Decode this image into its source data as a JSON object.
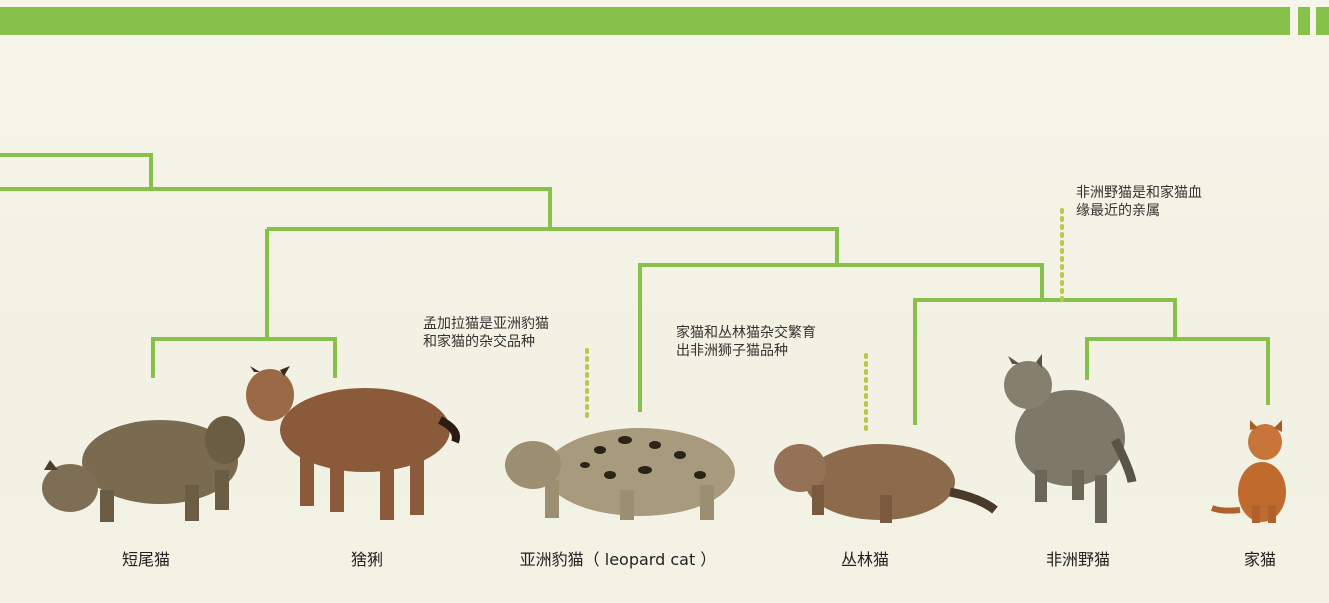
{
  "notes": {
    "bengal": [
      "孟加拉猫是亚洲豹猫",
      "和家猫的杂交品种"
    ],
    "chausie": [
      "家猫和丛林猫杂交繁育",
      "出非洲狮子猫品种"
    ],
    "african": [
      "非洲野猫是和家猫血",
      "缘最近的亲属"
    ]
  },
  "species": [
    {
      "id": "bobcat",
      "label": "短尾猫"
    },
    {
      "id": "lynx",
      "label": "猞猁"
    },
    {
      "id": "leopard-cat",
      "label": "亚洲豹猫（ leopard cat ）"
    },
    {
      "id": "jungle-cat",
      "label": "丛林猫"
    },
    {
      "id": "african-wildcat",
      "label": "非洲野猫"
    },
    {
      "id": "domestic-cat",
      "label": "家猫"
    }
  ],
  "colors": {
    "branch": "#86c24a",
    "dotted": "#b8c84a",
    "background": "#f4f3e6"
  }
}
